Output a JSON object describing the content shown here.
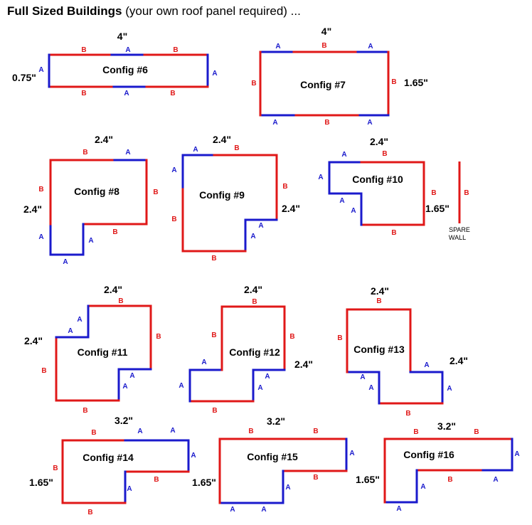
{
  "header": {
    "title_bold": "Full Sized Buildings",
    "title_rest": " (your own roof panel required) ..."
  },
  "colors": {
    "wall_a": "#1a1acc",
    "wall_b": "#e01818",
    "text": "#000000"
  },
  "wall_letters": {
    "a": "A",
    "b": "B"
  },
  "spare_wall": {
    "label_line1": "SPARE",
    "label_line2": "WALL"
  },
  "configs": [
    {
      "name": "Config #6",
      "dims": [
        "4\"",
        "0.75\""
      ]
    },
    {
      "name": "Config #7",
      "dims": [
        "4\"",
        "1.65\""
      ]
    },
    {
      "name": "Config #8",
      "dims": [
        "2.4\"",
        "2.4\""
      ]
    },
    {
      "name": "Config #9",
      "dims": [
        "2.4\"",
        "2.4\""
      ]
    },
    {
      "name": "Config #10",
      "dims": [
        "2.4\"",
        "1.65\""
      ]
    },
    {
      "name": "Config #11",
      "dims": [
        "2.4\"",
        "2.4\""
      ]
    },
    {
      "name": "Config #12",
      "dims": [
        "2.4\"",
        "2.4\""
      ]
    },
    {
      "name": "Config #13",
      "dims": [
        "2.4\"",
        "2.4\""
      ]
    },
    {
      "name": "Config #14",
      "dims": [
        "3.2\"",
        "1.65\""
      ]
    },
    {
      "name": "Config #15",
      "dims": [
        "3.2\"",
        "1.65\""
      ]
    },
    {
      "name": "Config #16",
      "dims": [
        "3.2\"",
        "1.65\""
      ]
    }
  ]
}
